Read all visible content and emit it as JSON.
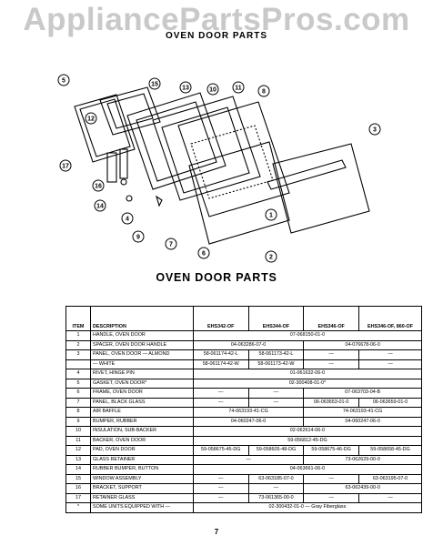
{
  "watermark": "AppliancePartsPros.com",
  "top_title": "OVEN DOOR PARTS",
  "section_title": "OVEN DOOR PARTS",
  "callouts": [
    "1",
    "2",
    "3",
    "4",
    "5",
    "6",
    "7",
    "8",
    "9",
    "10",
    "11",
    "12",
    "13",
    "14",
    "15",
    "16",
    "17"
  ],
  "table": {
    "headers": [
      "ITEM",
      "DESCRIPTION",
      "EHS342-OF",
      "EHS344-OF",
      "EHS346-OF",
      "EHS346-OF, 860-OF"
    ],
    "rows": [
      [
        "1",
        "HANDLE, OVEN DOOR",
        "07-068150-01-0"
      ],
      [
        "2",
        "SPACER, OVEN DOOR HANDLE",
        "04-063286-07-0",
        "04-076678-06-0"
      ],
      [
        "3",
        "PANEL, OVEN DOOR — ALMOND",
        "58-061174-42-L",
        "58-061173-42-L",
        "—",
        "—"
      ],
      [
        "",
        "— WHITE",
        "58-061174-42-W",
        "58-061173-42-W",
        "—",
        "—"
      ],
      [
        "4",
        "RIVET, HINGE PIN",
        "01-061632-06-0"
      ],
      [
        "5",
        "GASKET, OVEN DOOR*",
        "02-300408-01-0*"
      ],
      [
        "6",
        "FRAME, OVEN DOOR",
        "—",
        "—",
        "07-063703-04-B"
      ],
      [
        "7",
        "PANEL, BLACK GLASS",
        "—",
        "—",
        "06-063653-01-0",
        "06-063659-01-0"
      ],
      [
        "8",
        "AIR BAFFLE",
        "74-063193-41-CG",
        "74-063193-41-CG"
      ],
      [
        "9",
        "BUMPER, RUBBER",
        "04-060247-06-0",
        "04-060247-06-0"
      ],
      [
        "10",
        "INSULATION, SUB-BACKER",
        "02-062614-06-0"
      ],
      [
        "11",
        "BACKER, OVEN DOOR",
        "59-056812-45-DG"
      ],
      [
        "12",
        "PAD, OVEN DOOR",
        "59-058675-45-DG",
        "59-058605-48-DG",
        "59-058675-46-DG",
        "59-058658-45-DG"
      ],
      [
        "13",
        "GLASS RETAINER",
        "—",
        "73-062629-00-0"
      ],
      [
        "14",
        "RUBBER BUMPER, BUTTON",
        "04-063661-06-0"
      ],
      [
        "15",
        "WINDOW ASSEMBLY",
        "—",
        "63-063185-07-0",
        "—",
        "63-063195-07-0"
      ],
      [
        "16",
        "BRACKET, SUPPORT",
        "—",
        "—",
        "63-062439-00-0"
      ],
      [
        "17",
        "RETAINER GLASS",
        "—",
        "73-061365-00-0",
        "—",
        "—"
      ],
      [
        "*",
        "SOME UNITS EQUIPPED WITH —",
        "02-300432-01-0 — Gray Fiberglass"
      ]
    ]
  },
  "page_number": "7"
}
